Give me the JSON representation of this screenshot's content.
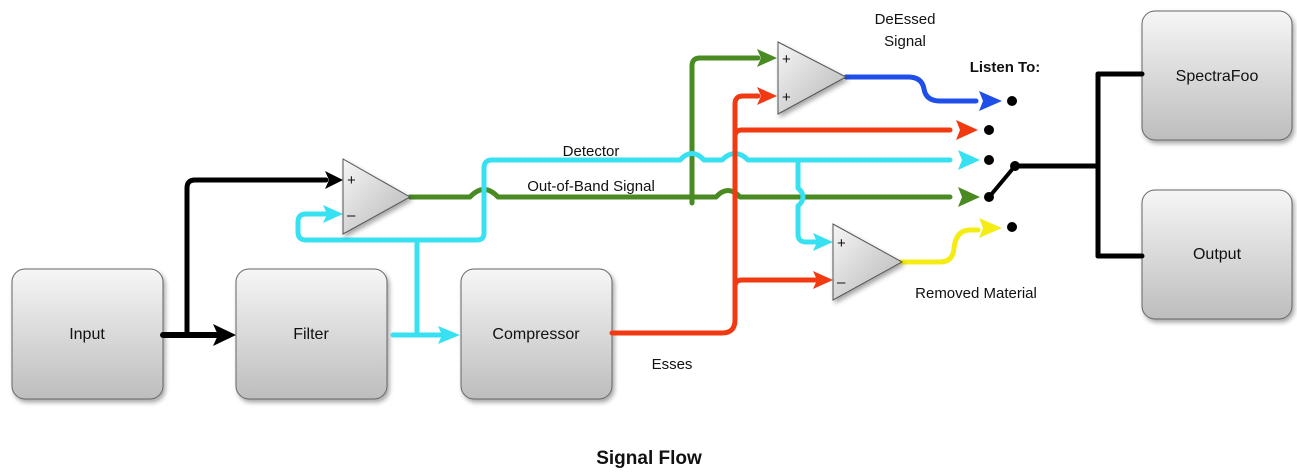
{
  "caption": "Signal Flow",
  "blocks": {
    "input": "Input",
    "filter": "Filter",
    "compressor": "Compressor",
    "spectrafoo": "SpectraFoo",
    "output": "Output"
  },
  "signal_labels": {
    "detector": "Detector",
    "out_of_band": "Out-of-Band Signal",
    "esses": "Esses",
    "deessed_line1": "DeEssed",
    "deessed_line2": "Signal",
    "removed_material": "Removed Material"
  },
  "listen_to": "Listen To:",
  "amp_signs": {
    "plus": "+",
    "minus": "–"
  },
  "colors": {
    "input_path": "#000000",
    "detector": "#38e1f1",
    "out_of_band": "#4a8a22",
    "esses": "#f23a12",
    "deessed": "#1f4fe8",
    "removed": "#f5ec16",
    "block_fill_top": "#f6f6f6",
    "block_fill_bottom": "#bcbcbc"
  }
}
